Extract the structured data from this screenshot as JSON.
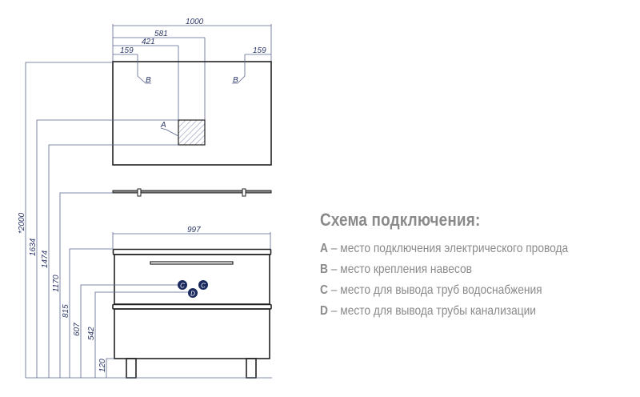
{
  "diagram": {
    "dimensions_horizontal": {
      "total_width": "1000",
      "a_right": "581",
      "a_left": "421",
      "b_left": "159",
      "b_right": "159",
      "cabinet_width": "997"
    },
    "dimensions_vertical": {
      "total_height": "*2000",
      "a_top": "1634",
      "a_bottom": "1474",
      "shelf": "1170",
      "cabinet_top": "815",
      "c_height": "607",
      "d_height": "542",
      "legs": "120"
    },
    "markers": {
      "a": "A",
      "b": "B",
      "c": "C",
      "d": "D"
    },
    "colors": {
      "dimension": "#5a6690",
      "marker_fill": "#1a2a5e",
      "text": "#8a8a8a"
    }
  },
  "legend": {
    "title": "Схема подключения:",
    "items": [
      {
        "key": "A",
        "text": " – место подключения электрического провода"
      },
      {
        "key": "B",
        "text": " – место крепления навесов"
      },
      {
        "key": "C",
        "text": " – место для вывода труб водоснабжения"
      },
      {
        "key": "D",
        "text": " – место для вывода трубы канализации"
      }
    ]
  }
}
